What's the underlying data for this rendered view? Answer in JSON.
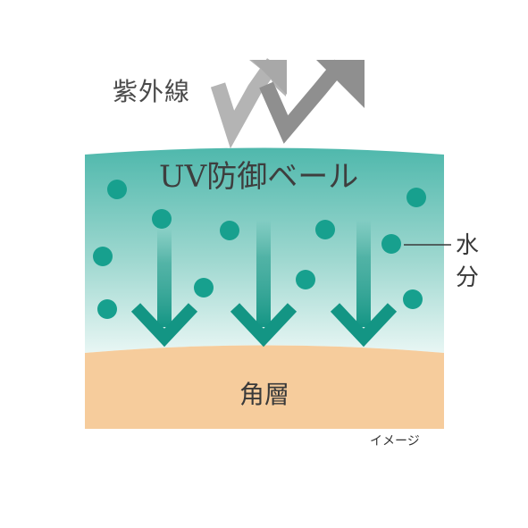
{
  "labels": {
    "uv": "紫外線",
    "uv_veil": "UV防御ベール",
    "water_line1": "水",
    "water_line2": "分",
    "stratum_corneum": "角層",
    "image_note": "イメージ"
  },
  "colors": {
    "veil_top": "#4fb8ac",
    "veil_bottom": "#e8f6f4",
    "droplet": "#17a08e",
    "arrow": "#139584",
    "uv_arrow": "#9a9a9a",
    "stratum": "#f6cc9c"
  },
  "icons": {
    "uv_arrows": "zigzag-arrow-icon",
    "down_arrows": "arrow-down-icon",
    "droplets": "water-droplet-icon"
  }
}
